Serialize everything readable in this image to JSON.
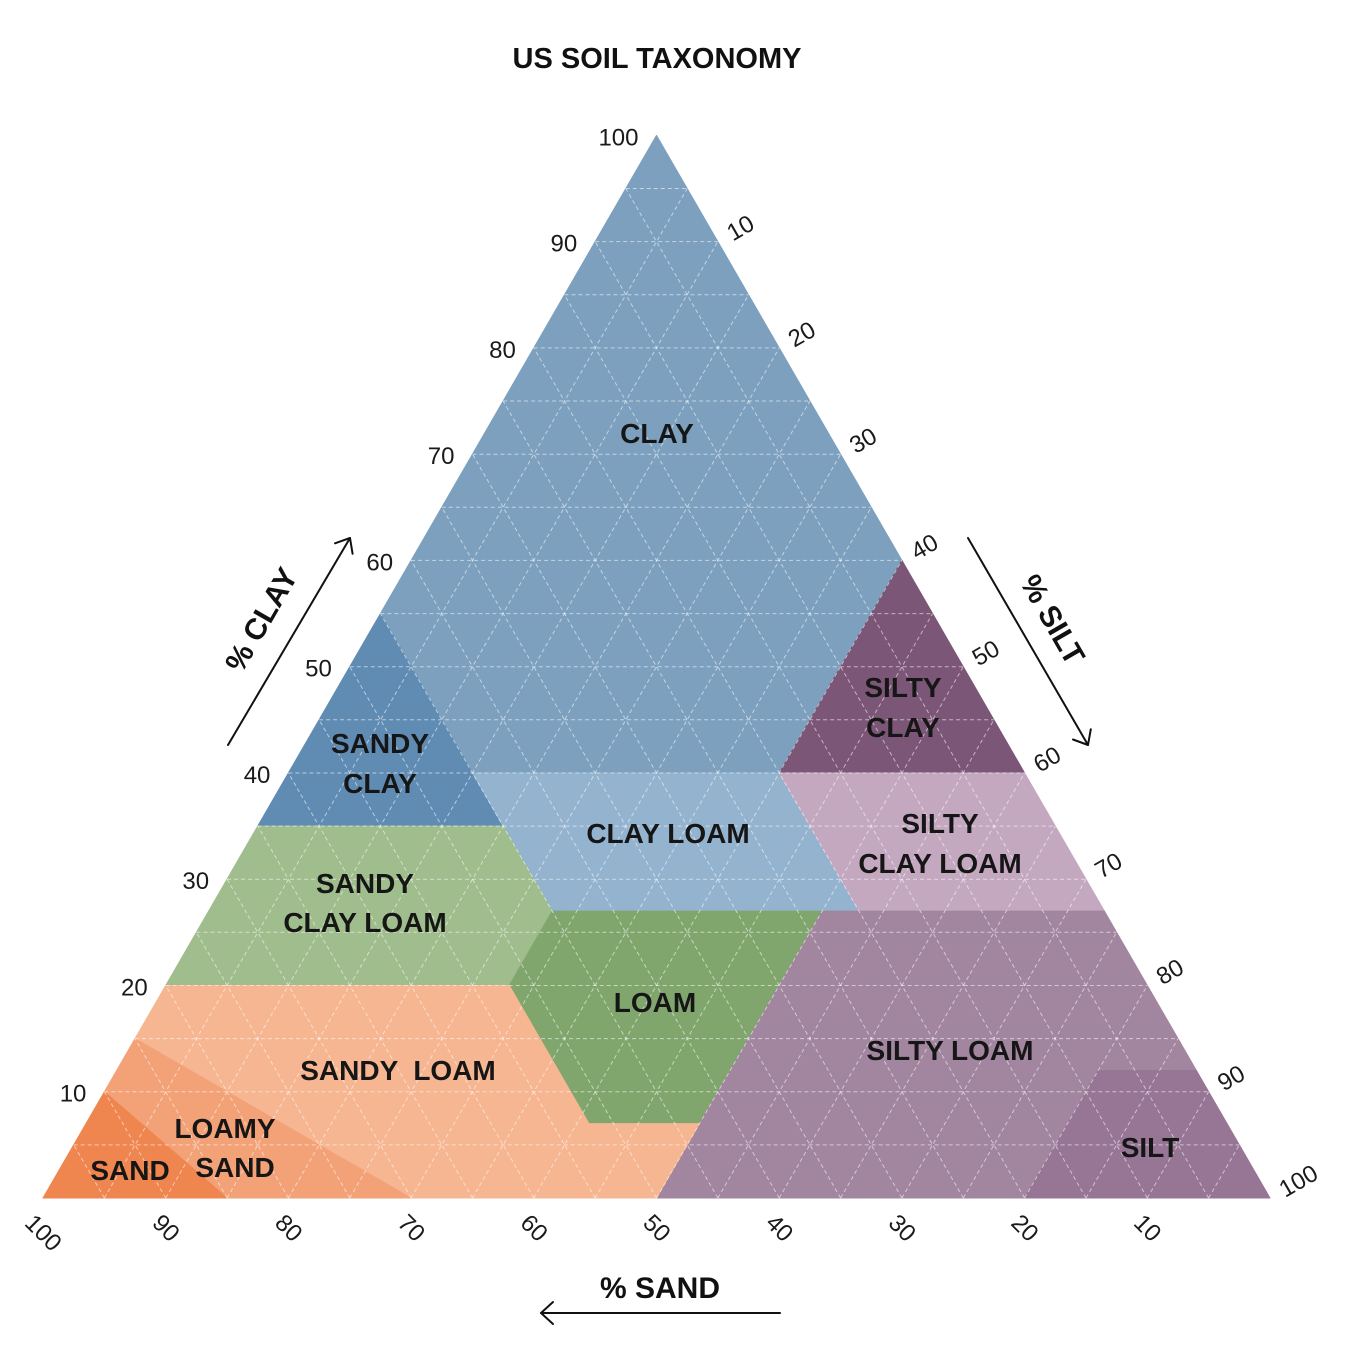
{
  "title": "US SOIL TAXONOMY",
  "axes": {
    "clay": {
      "label": "% CLAY",
      "ticks": [
        10,
        20,
        30,
        40,
        50,
        60,
        70,
        80,
        90,
        100
      ]
    },
    "silt": {
      "label": "% SILT",
      "ticks": [
        10,
        20,
        30,
        40,
        50,
        60,
        70,
        80,
        90,
        100
      ]
    },
    "sand": {
      "label": "% SAND",
      "ticks": [
        100,
        90,
        80,
        70,
        60,
        50,
        40,
        30,
        20,
        10
      ]
    }
  },
  "grid": true,
  "regions": [
    {
      "label_lines": [
        "CLAY"
      ],
      "color": "#7ca0be",
      "vertices": [
        {
          "sand": 0,
          "silt": 0,
          "clay": 100
        },
        {
          "sand": 0,
          "silt": 40,
          "clay": 60
        },
        {
          "sand": 20,
          "silt": 40,
          "clay": 40
        },
        {
          "sand": 45,
          "silt": 15,
          "clay": 40
        },
        {
          "sand": 45,
          "silt": 0,
          "clay": 55
        }
      ]
    },
    {
      "label_lines": [
        "SANDY",
        "CLAY"
      ],
      "color": "#608cb4",
      "vertices": [
        {
          "sand": 45,
          "silt": 0,
          "clay": 55
        },
        {
          "sand": 45,
          "silt": 15,
          "clay": 40
        },
        {
          "sand": 45,
          "silt": 20,
          "clay": 35
        },
        {
          "sand": 65,
          "silt": 0,
          "clay": 35
        }
      ]
    },
    {
      "label_lines": [
        "SILTY",
        "CLAY"
      ],
      "color": "#7b5676",
      "vertices": [
        {
          "sand": 0,
          "silt": 40,
          "clay": 60
        },
        {
          "sand": 0,
          "silt": 60,
          "clay": 40
        },
        {
          "sand": 20,
          "silt": 40,
          "clay": 40
        }
      ]
    },
    {
      "label_lines": [
        "CLAY LOAM"
      ],
      "color": "#93b3cf",
      "vertices": [
        {
          "sand": 45,
          "silt": 15,
          "clay": 40
        },
        {
          "sand": 20,
          "silt": 40,
          "clay": 40
        },
        {
          "sand": 20,
          "silt": 53,
          "clay": 27
        },
        {
          "sand": 45,
          "silt": 28,
          "clay": 27
        },
        {
          "sand": 45,
          "silt": 20,
          "clay": 35
        }
      ]
    },
    {
      "label_lines": [
        "SILTY",
        "CLAY LOAM"
      ],
      "color": "#c4a8c0",
      "vertices": [
        {
          "sand": 20,
          "silt": 40,
          "clay": 40
        },
        {
          "sand": 0,
          "silt": 60,
          "clay": 40
        },
        {
          "sand": 0,
          "silt": 73,
          "clay": 27
        },
        {
          "sand": 20,
          "silt": 53,
          "clay": 27
        }
      ]
    },
    {
      "label_lines": [
        "SANDY",
        "CLAY LOAM"
      ],
      "color": "#a0bd8d",
      "vertices": [
        {
          "sand": 65,
          "silt": 0,
          "clay": 35
        },
        {
          "sand": 45,
          "silt": 20,
          "clay": 35
        },
        {
          "sand": 45,
          "silt": 28,
          "clay": 27
        },
        {
          "sand": 52,
          "silt": 28,
          "clay": 20
        },
        {
          "sand": 80,
          "silt": 0,
          "clay": 20
        }
      ]
    },
    {
      "label_lines": [
        "LOAM"
      ],
      "color": "#80a66e",
      "vertices": [
        {
          "sand": 45,
          "silt": 28,
          "clay": 27
        },
        {
          "sand": 23,
          "silt": 50,
          "clay": 27
        },
        {
          "sand": 43,
          "silt": 50,
          "clay": 7
        },
        {
          "sand": 52,
          "silt": 41,
          "clay": 7
        },
        {
          "sand": 52,
          "silt": 28,
          "clay": 20
        }
      ]
    },
    {
      "label_lines": [
        "SILTY LOAM"
      ],
      "color": "#a2859f",
      "vertices": [
        {
          "sand": 23,
          "silt": 50,
          "clay": 27
        },
        {
          "sand": 0,
          "silt": 73,
          "clay": 27
        },
        {
          "sand": 0,
          "silt": 88,
          "clay": 12
        },
        {
          "sand": 8,
          "silt": 80,
          "clay": 12
        },
        {
          "sand": 20,
          "silt": 80,
          "clay": 0
        },
        {
          "sand": 50,
          "silt": 50,
          "clay": 0
        },
        {
          "sand": 43,
          "silt": 50,
          "clay": 7
        }
      ]
    },
    {
      "label_lines": [
        "SILT"
      ],
      "color": "#977595",
      "vertices": [
        {
          "sand": 8,
          "silt": 80,
          "clay": 12
        },
        {
          "sand": 0,
          "silt": 88,
          "clay": 12
        },
        {
          "sand": 0,
          "silt": 100,
          "clay": 0
        },
        {
          "sand": 20,
          "silt": 80,
          "clay": 0
        }
      ]
    },
    {
      "label_lines": [
        "SANDY  LOAM"
      ],
      "color": "#f6b691",
      "vertices": [
        {
          "sand": 80,
          "silt": 0,
          "clay": 20
        },
        {
          "sand": 52,
          "silt": 28,
          "clay": 20
        },
        {
          "sand": 52,
          "silt": 41,
          "clay": 7
        },
        {
          "sand": 43,
          "silt": 50,
          "clay": 7
        },
        {
          "sand": 50,
          "silt": 50,
          "clay": 0
        },
        {
          "sand": 70,
          "silt": 30,
          "clay": 0
        },
        {
          "sand": 85,
          "silt": 0,
          "clay": 15
        }
      ]
    },
    {
      "label_lines": [
        "LOAMY",
        "SAND"
      ],
      "color": "#f3a278",
      "vertices": [
        {
          "sand": 85,
          "silt": 0,
          "clay": 15
        },
        {
          "sand": 70,
          "silt": 30,
          "clay": 0
        },
        {
          "sand": 85,
          "silt": 15,
          "clay": 0
        },
        {
          "sand": 90,
          "silt": 0,
          "clay": 10
        }
      ]
    },
    {
      "label_lines": [
        "SAND"
      ],
      "color": "#ef8650",
      "vertices": [
        {
          "sand": 90,
          "silt": 0,
          "clay": 10
        },
        {
          "sand": 85,
          "silt": 15,
          "clay": 0
        },
        {
          "sand": 100,
          "silt": 0,
          "clay": 0
        }
      ]
    }
  ]
}
